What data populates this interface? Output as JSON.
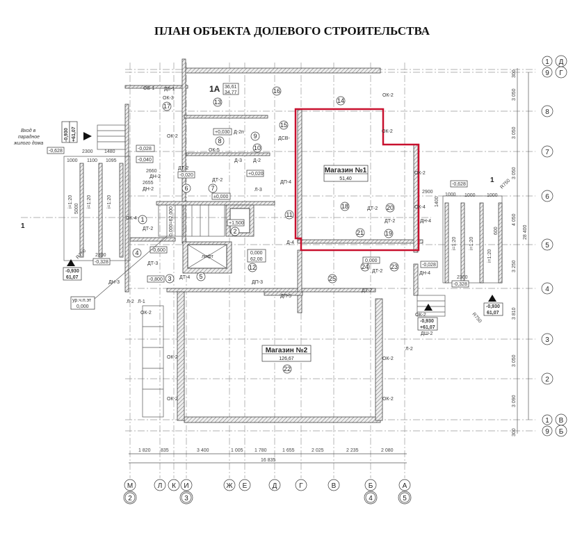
{
  "title": "ПЛАН ОБЪЕКТА ДОЛЕВОГО СТРОИТЕЛЬСТВА",
  "highlight_color": "#c8102e",
  "shops": [
    {
      "name": "Магазин №1",
      "area": "51,40"
    },
    {
      "name": "Магазин №2",
      "area": "126,67"
    }
  ],
  "apartment": {
    "name": "1А",
    "area_total": "36,61",
    "area_living": "34,77"
  },
  "rooms": [
    "1",
    "2",
    "3",
    "4",
    "5",
    "6",
    "7",
    "8",
    "9",
    "10",
    "11",
    "12",
    "13",
    "14",
    "15",
    "16",
    "17",
    "18",
    "19",
    "20",
    "21",
    "22",
    "23",
    "24",
    "25"
  ],
  "labels": {
    "entrance": [
      "Вход в",
      "парадное",
      "жилого дома"
    ],
    "ob1": "ОБ-1",
    "db1": "ДБ-1",
    "ok3": "ОК-3",
    "ok2": "ОК-2",
    "ok5": "ОК-5",
    "ok4": "ОК-4",
    "ok": "ОК-4",
    "d2p": "Д-2п",
    "d3": "Д-3",
    "d2": "Д-2",
    "dsv": "ДСВ-",
    "dp4": "ДП-4",
    "l3": "Л-3",
    "d4": "Д-4",
    "dt2": "ДТ-2",
    "dt3": "ДТ-3",
    "dt4": "ДТ-4",
    "dp3": "ДП-3",
    "dp5": "ДП-5",
    "dn2": "ДН-2",
    "dn3": "ДН-3",
    "dn4": "ДН-4",
    "dsh2": "ДШ-2",
    "l1": "Л-1",
    "l2": "Л-2",
    "lift": "лифт",
    "section": "1"
  },
  "levels": {
    "l0030": "+0,030",
    "l0028": "-0,028",
    "l0040": "-0,040",
    "l0020a": "-0,020",
    "l0020b": "+0,020",
    "l0000": "±0,000",
    "l1500": "+1,500",
    "l0600": "-0,600",
    "l0800": "-0,800",
    "l62a": "0,000",
    "l62b": "62,00",
    "l0000b": "0,000",
    "l0628": "-0,628",
    "l0328": "-0,328",
    "l0930": "-0,930",
    "l6107": "61,07",
    "l6107p": "+61,07",
    "ur1": "ур.ч.п.эт",
    "ur2": "0,000",
    "stair": "0,000=62,000"
  },
  "ramps": {
    "slope": "i=1:20",
    "left_dims": [
      "2300",
      "1480",
      "1000",
      "1100",
      "1095",
      "2660",
      "2655",
      "5000",
      "2300",
      "R750"
    ],
    "right_dims": [
      "2900",
      "1000",
      "1000",
      "1000",
      "1400",
      "600",
      "2300",
      "R750",
      "R750"
    ]
  },
  "bottom_dims": {
    "segments": [
      "1 820",
      "835",
      "3 400",
      "1 005",
      "1 780",
      "1 655",
      "2 025",
      "2 235",
      "2 080"
    ],
    "total": "16 835"
  },
  "right_dims": {
    "segments": [
      "300",
      "3 050",
      "3 050",
      "3 050",
      "4 050",
      "3 250",
      "3 810",
      "3 050",
      "3 090",
      "300"
    ],
    "total": "28 400"
  },
  "axes_letters": [
    "М",
    "Л",
    "К",
    "И",
    "Ж",
    "Е",
    "Д",
    "Г",
    "В",
    "Б",
    "А"
  ],
  "axes_numbers_bottom": [
    "2",
    "3",
    "4",
    "5"
  ],
  "axes_right": [
    "1",
    "Д",
    "9",
    "Г",
    "8",
    "7",
    "6",
    "5",
    "4",
    "3",
    "2",
    "1",
    "В",
    "9",
    "Б"
  ]
}
